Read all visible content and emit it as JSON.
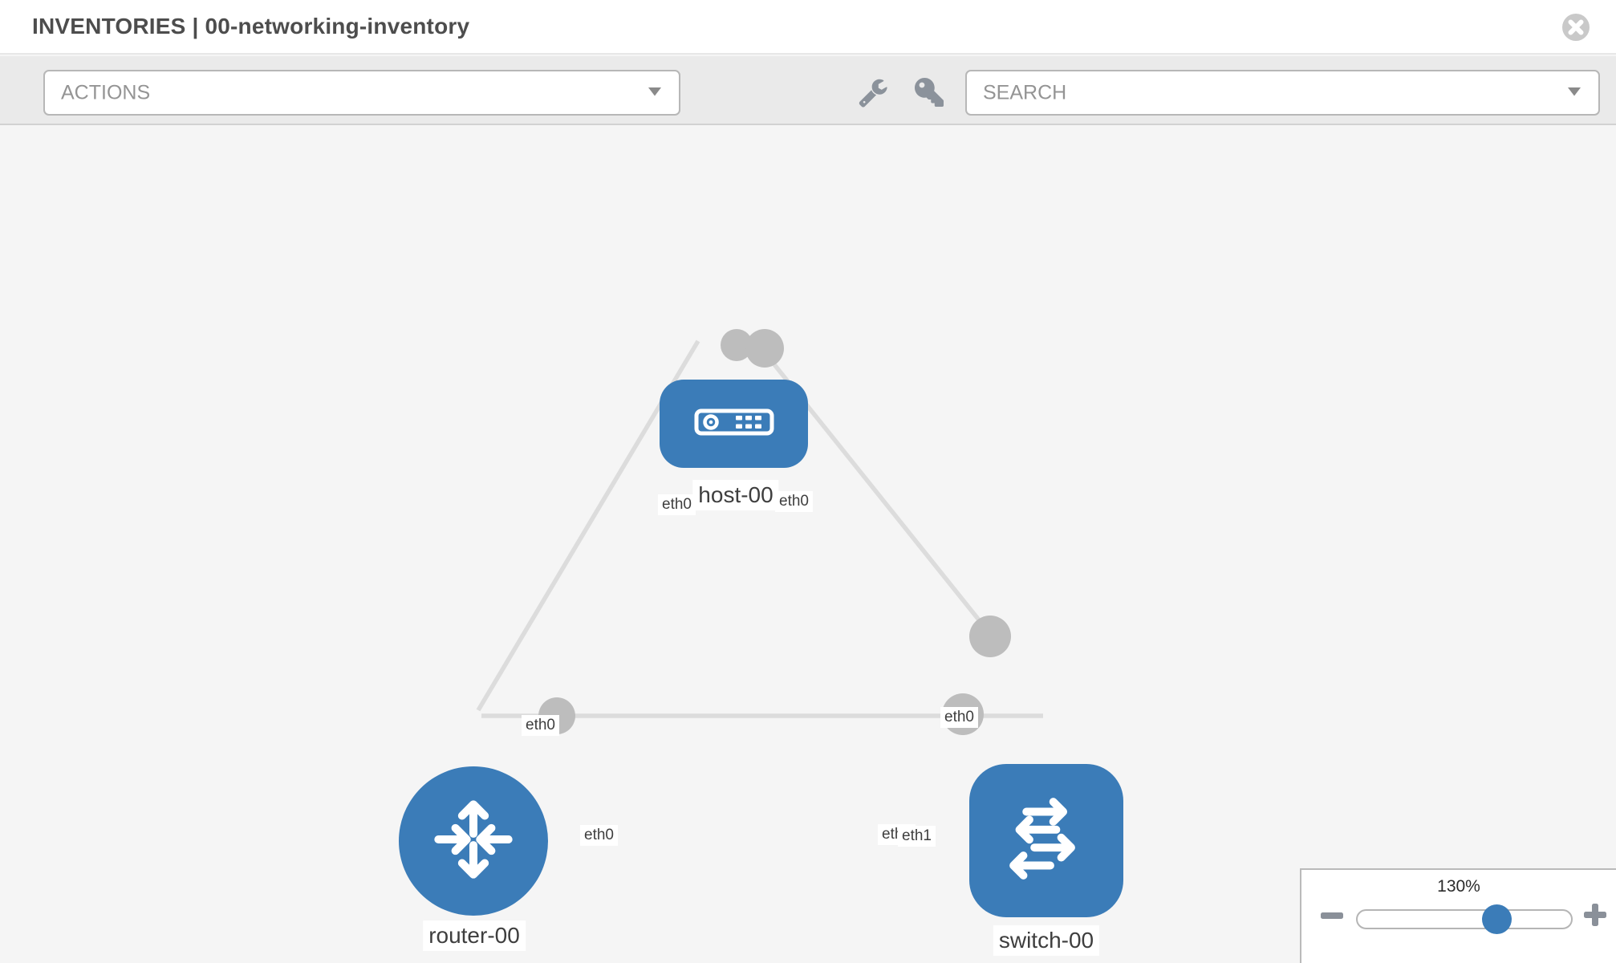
{
  "header": {
    "title": "INVENTORIES | 00-networking-inventory"
  },
  "toolbar": {
    "actions_placeholder": "ACTIONS",
    "search_placeholder": "SEARCH"
  },
  "icons": {
    "close": "close-icon",
    "wrench": "wrench-icon",
    "key": "key-icon",
    "chevron_down": "chevron-down-icon",
    "minus": "minus-icon",
    "plus": "plus-icon",
    "host_node": "server-icon",
    "router_node": "router-arrows-icon",
    "switch_node": "switch-arrows-icon"
  },
  "graph": {
    "nodes": [
      {
        "label": "host-00",
        "type": "host"
      },
      {
        "label": "router-00",
        "type": "router"
      },
      {
        "label": "switch-00",
        "type": "switch"
      }
    ],
    "edges": [
      {
        "from": "host-00",
        "from_if": "eth0",
        "to": "router-00",
        "to_if": "eth0"
      },
      {
        "from": "host-00",
        "from_if": "eth0",
        "to": "switch-00",
        "to_if": "eth0"
      },
      {
        "from": "router-00",
        "from_if": "eth0",
        "to": "switch-00",
        "to_if": "eth1"
      }
    ]
  },
  "zoom": {
    "level": "130%"
  },
  "colors": {
    "node_blue": "#3b7cb8",
    "port_gray": "#bdbdbd",
    "edge_gray": "#dcdcdc"
  }
}
